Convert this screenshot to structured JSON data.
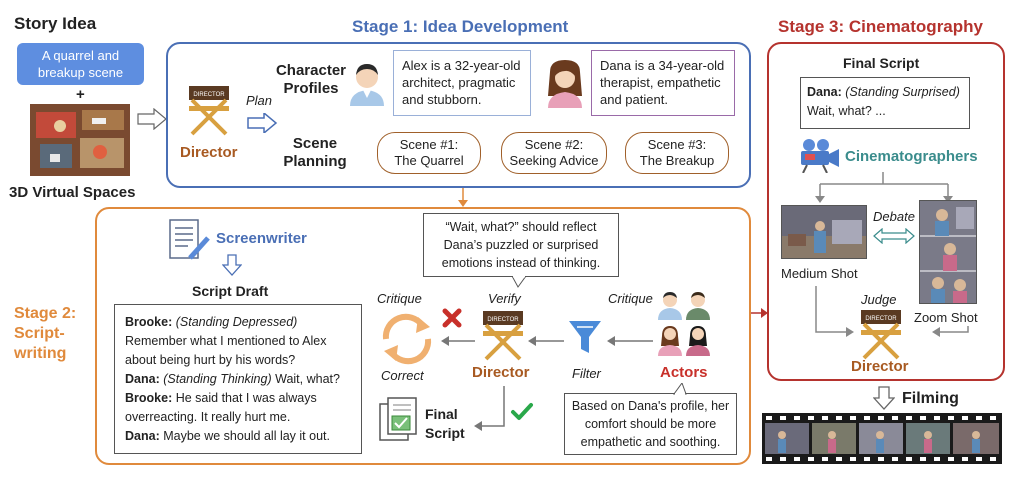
{
  "story_idea": {
    "title": "Story Idea",
    "idea_line1": "A quarrel and",
    "idea_line2": "breakup scene",
    "plus": "+",
    "spaces_label": "3D Virtual Spaces"
  },
  "stage1": {
    "title": "Stage 1: Idea Development",
    "director_label": "Director",
    "plan_label": "Plan",
    "character_profiles_line1": "Character",
    "character_profiles_line2": "Profiles",
    "scene_planning_line1": "Scene",
    "scene_planning_line2": "Planning",
    "alex_profile": [
      "Alex is a 32-year-old",
      "architect, pragmatic",
      "and stubborn."
    ],
    "dana_profile": [
      "Dana is a 34-year-old",
      "therapist, empathetic",
      "and patient."
    ],
    "scenes": [
      {
        "num": "Scene #1:",
        "name": "The Quarrel"
      },
      {
        "num": "Scene #2:",
        "name": "Seeking Advice"
      },
      {
        "num": "Scene #3:",
        "name": "The Breakup"
      }
    ]
  },
  "stage2": {
    "title_line1": "Stage 2:",
    "title_line2": "Script-",
    "title_line3": "writing",
    "screenwriter_label": "Screenwriter",
    "script_draft_label": "Script Draft",
    "script": [
      {
        "speaker": "Brooke:",
        "direction": "(Standing Depressed)",
        "text": ""
      },
      {
        "speaker": "",
        "direction": "",
        "text": "Remember what I mentioned to Alex"
      },
      {
        "speaker": "",
        "direction": "",
        "text": "about being hurt by his words?"
      },
      {
        "speaker": "Dana:",
        "direction": "(Standing Thinking)",
        "text": "Wait, what?"
      },
      {
        "speaker": "Brooke:",
        "direction": "",
        "text": "He said that I was always"
      },
      {
        "speaker": "",
        "direction": "",
        "text": "overreacting. It really hurt me."
      },
      {
        "speaker": "Dana:",
        "direction": "",
        "text": "Maybe we should all lay it out."
      }
    ],
    "critique_left": "Critique",
    "correct_label": "Correct",
    "verify_label": "Verify",
    "director_label": "Director",
    "filter_label": "Filter",
    "critique_right": "Critique",
    "actors_label": "Actors",
    "final_script_line1": "Final",
    "final_script_line2": "Script",
    "bubble_top": [
      "“Wait, what?” should reflect",
      "Dana’s puzzled or surprised",
      "emotions instead of thinking."
    ],
    "bubble_bottom": [
      "Based on Dana's profile, her",
      "comfort should be more",
      "empathetic and soothing."
    ]
  },
  "stage3": {
    "title": "Stage 3: Cinematography",
    "final_script_label": "Final Script",
    "final_script_speaker": "Dana:",
    "final_script_direction": "(Standing Surprised)",
    "final_script_text": "Wait, what? ...",
    "cinematographers_label": "Cinematographers",
    "debate_label": "Debate",
    "medium_shot_label": "Medium Shot",
    "zoom_shot_label": "Zoom Shot",
    "judge_label": "Judge",
    "director_label": "Director",
    "filming_label": "Filming"
  },
  "colors": {
    "stage1_blue": "#4a6fb5",
    "stage2_orange": "#e08a3c",
    "stage3_red": "#b5332e",
    "director_brown": "#a85a22",
    "screenwriter_blue": "#4a6fb5",
    "cinematographer_teal": "#3a8c8c",
    "actors_red": "#c8302a"
  }
}
